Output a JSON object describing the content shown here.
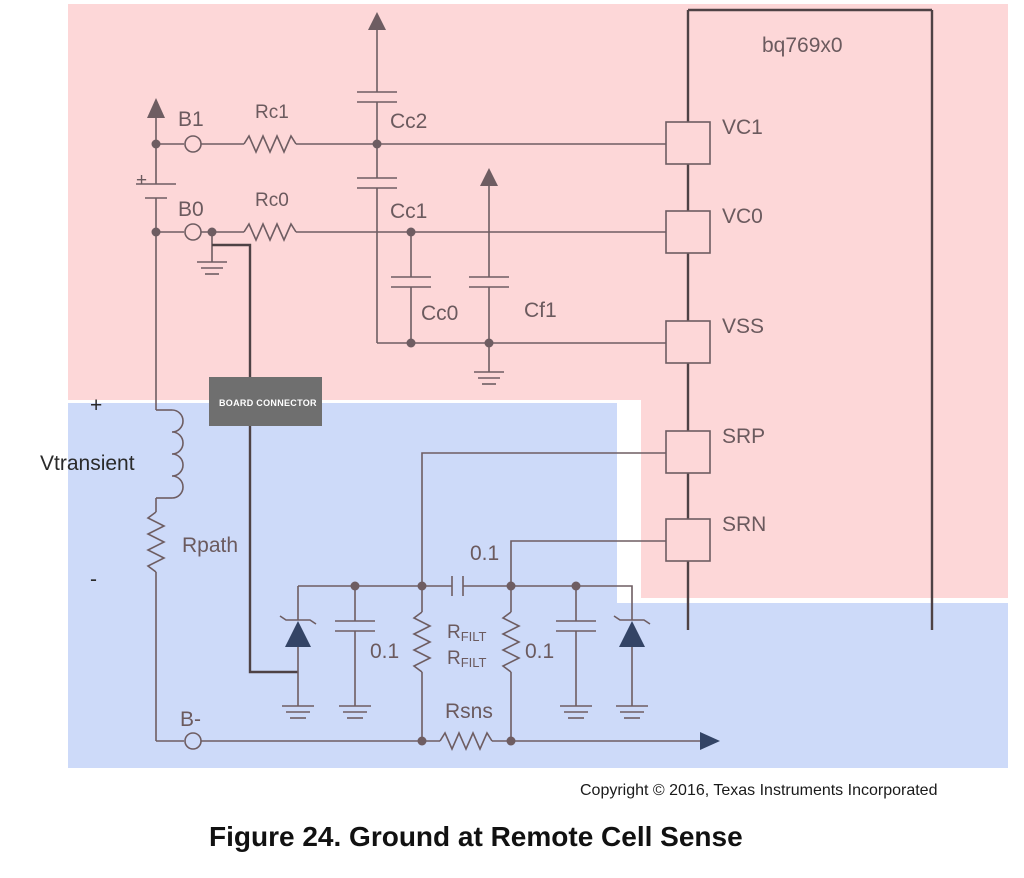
{
  "chip": {
    "name": "bq769x0",
    "pins": [
      "VC1",
      "VC0",
      "VSS",
      "SRP",
      "SRN"
    ]
  },
  "components": {
    "terminals": [
      "B1",
      "B0",
      "B-"
    ],
    "resistors": [
      "Rc1",
      "Rc0",
      "Rpath",
      "Rsns"
    ],
    "capacitors": [
      "Cc2",
      "Cc1",
      "Cc0",
      "Cf1"
    ],
    "filter_res_labels": [
      "RFILT",
      "RFILT"
    ],
    "filter_res_main": "R",
    "filter_res_sub": "FILT",
    "values": {
      "left_filter": "0.1",
      "right_filter": "0.1",
      "series_cap": "0.1"
    }
  },
  "board_connector": "BOARD CONNECTOR",
  "battery_plus": "+",
  "transient": {
    "label": "Vtransient",
    "plus": "+",
    "minus": "-"
  },
  "copyright": "Copyright © 2016, Texas Instruments Incorporated",
  "caption": "Figure 24. Ground at Remote Cell Sense",
  "colors": {
    "pink_region": "#fdd7d8",
    "blue_region": "#cddaf9",
    "wire": "#6e5d62",
    "connector": "#6f6f6f",
    "diode": "#334466"
  }
}
